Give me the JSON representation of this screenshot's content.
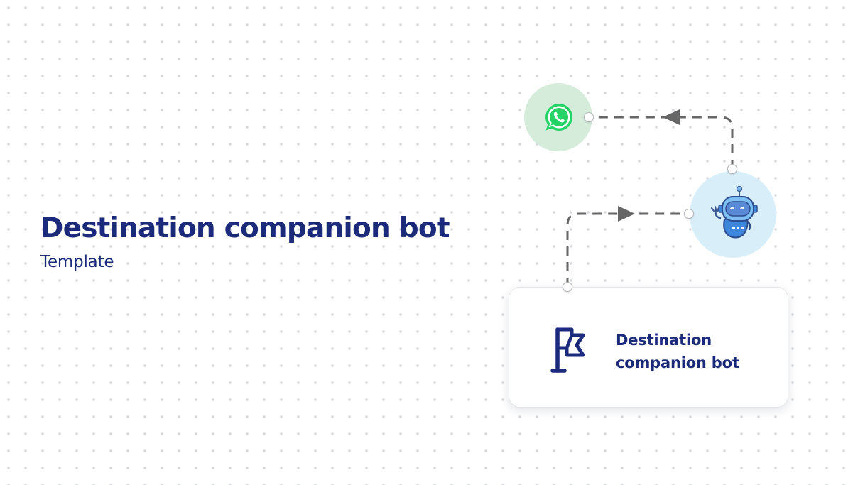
{
  "header": {
    "title": "Destination companion bot",
    "subtitle": "Template"
  },
  "flow": {
    "nodes": [
      {
        "id": "whatsapp",
        "icon": "whatsapp-icon",
        "color": "#25d366",
        "background": "#d5ecdb"
      },
      {
        "id": "bot",
        "icon": "robot-icon",
        "color": "#3d7fd6",
        "background": "#d8effa"
      },
      {
        "id": "start",
        "icon": "flag-icon",
        "label": "Destination companion bot"
      }
    ],
    "edges": [
      {
        "from": "start",
        "to": "bot"
      },
      {
        "from": "bot",
        "to": "whatsapp"
      }
    ]
  },
  "colors": {
    "primary_text": "#1b2a7b",
    "connector": "#666666"
  }
}
